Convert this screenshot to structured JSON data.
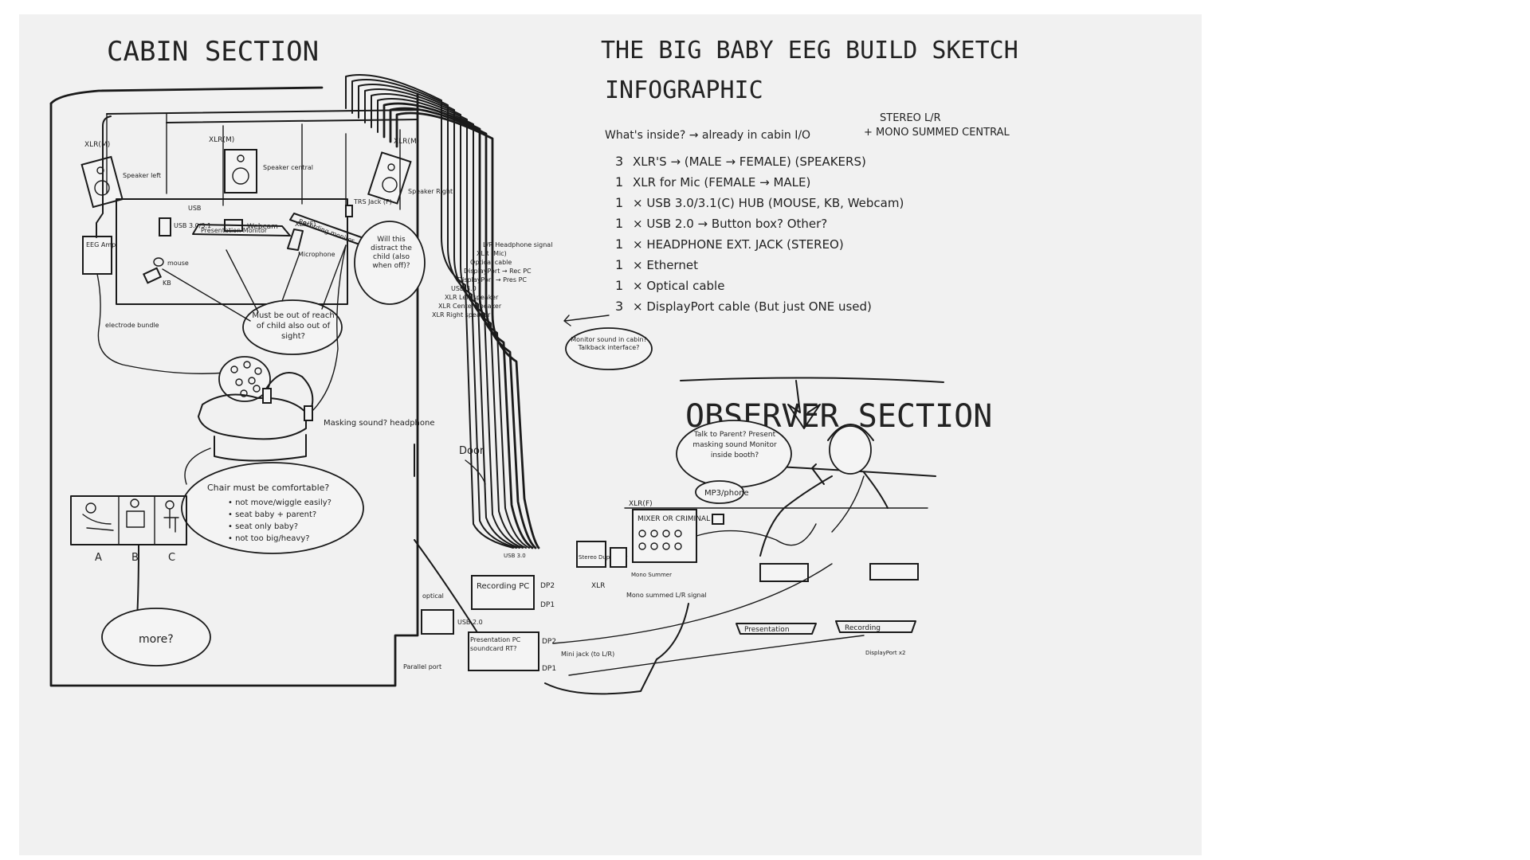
{
  "titles": {
    "cabin": "CABIN SECTION",
    "main_line1": "THE BIG BABY EEG BUILD SKETCH",
    "main_line2": "INFOGRAPHIC",
    "observer": "OBSERVER SECTION"
  },
  "inventory": {
    "header": "What's inside? → already in cabin I/O",
    "stereo_note": "STEREO L/R",
    "mono_note": "+ MONO SUMMED CENTRAL",
    "items": [
      {
        "qty": "3",
        "text": "XLR'S → (MALE → FEMALE) (SPEAKERS)"
      },
      {
        "qty": "1",
        "text": "XLR for Mic (FEMALE → MALE)"
      },
      {
        "qty": "1",
        "text": "× USB 3.0/3.1(C) HUB (MOUSE, KB, Webcam)"
      },
      {
        "qty": "1",
        "text": "× USB 2.0 → Button box? Other?"
      },
      {
        "qty": "1",
        "text": "× HEADPHONE EXT. JACK (STEREO)"
      },
      {
        "qty": "1",
        "text": "× Ethernet"
      },
      {
        "qty": "1",
        "text": "× Optical cable"
      },
      {
        "qty": "3",
        "text": "× DisplayPort cable (But just ONE used)"
      }
    ]
  },
  "cabin": {
    "speaker_left": "Speaker left",
    "speaker_central": "Speaker central",
    "speaker_right": "Speaker Right",
    "xlr_m_left": "XLR(M)",
    "xlr_m_center": "XLR(M)",
    "xlr_m_right": "XLR(M)",
    "eeg_amp": "EEG Amp",
    "electrode_bundle": "electrode bundle",
    "webcam": "Webcam",
    "presentation_monitor": "Presentation Monitor",
    "recording_monitor": "Recording monitor",
    "usb_hub": "USB 3.0/3.1",
    "usb_label": "USB",
    "mouse": "mouse",
    "kb": "KB",
    "microphone": "Microphone",
    "xlr_f": "XLR(F)",
    "trs_jack": "TRS Jack (F)",
    "distract_note": "Will this distract the child (also when off)?",
    "sight_note": "Must be out of reach of child also out of sight?",
    "masking_headphone": "Masking sound? headphone",
    "chair_note_title": "Chair must be comfortable?",
    "chair_points": [
      "• not move/wiggle easily?",
      "• seat baby + parent?",
      "• seat only baby?",
      "• not too big/heavy?"
    ],
    "options": [
      "A",
      "B",
      "C"
    ],
    "more": "more?",
    "door": "Door"
  },
  "cables": [
    "L/R Headphone signal",
    "XLR (Mic)",
    "Optical cable",
    "DisplayPort → Rec PC",
    "DisplayPort → Pres PC",
    "USB 3.0",
    "XLR Left speaker",
    "XLR Center speaker",
    "XLR Right speaker"
  ],
  "observer": {
    "monitor_sound": "Monitor sound in cabin? Talkback interface?",
    "talk_note": "Talk to Parent? Present masking sound Monitor inside booth?",
    "mp3": "MP3/phone",
    "mixer": "MIXER OR CRIMINAL",
    "xlr_f": "XLR(F)",
    "stereo_duplicator": "Stereo Duplicator",
    "mono_summer": "Mono Summer",
    "mono_summed": "Mono summed L/R signal",
    "xlr": "XLR",
    "recording_pc": "Recording PC",
    "presentation_pc": "Presentation PC soundcard RT?",
    "dp1": "DP1",
    "dp2": "DP2",
    "optical": "optical",
    "usb20": "USB 2.0",
    "usb30": "USB 3.0",
    "mini_jack": "Mini jack (to L/R)",
    "parallel_port": "Parallel port",
    "presentation_screen": "Presentation",
    "recording_screen": "Recording",
    "displayport_x2": "DisplayPort x2"
  },
  "colors": {
    "ink": "#1a1a1a",
    "paper": "#f1f1f1"
  }
}
